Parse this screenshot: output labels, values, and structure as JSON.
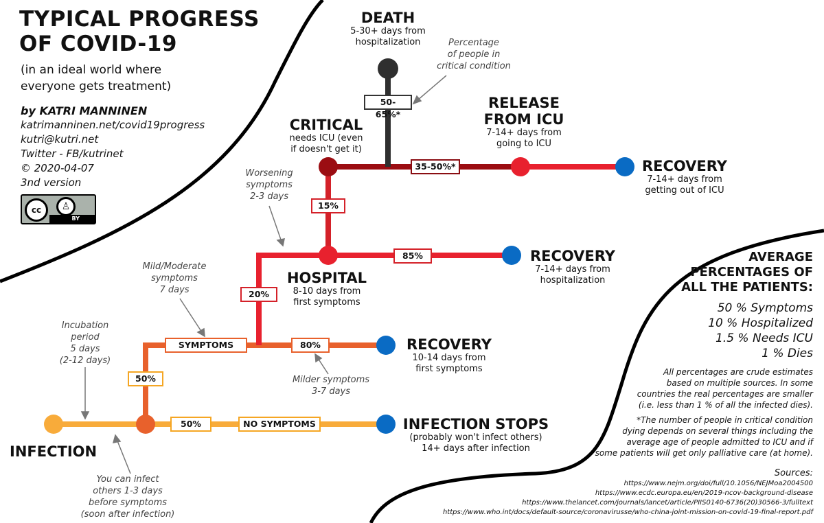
{
  "header": {
    "title_line1": "TYPICAL PROGRESS",
    "title_line2": "OF COVID-19",
    "subtitle_line1": "(in an ideal world where",
    "subtitle_line2": "everyone gets treatment)",
    "byline": "by KATRI MANNINEN",
    "website": "katrimanninen.net/covid19progress",
    "email": "kutri@kutri.net",
    "social": "Twitter - FB/kutrinet",
    "date": "© 2020-04-07",
    "version": "3nd version",
    "license_cc": "cc",
    "license_by": "BY"
  },
  "nodes": {
    "infection": {
      "label": "INFECTION"
    },
    "hospital": {
      "label": "HOSPITAL",
      "sub1": "8-10 days from",
      "sub2": "first symptoms"
    },
    "critical": {
      "label": "CRITICAL",
      "sub1": "needs ICU (even",
      "sub2": "if doesn't get it)"
    },
    "death": {
      "label": "DEATH",
      "sub1": "5-30+ days from",
      "sub2": "hospitalization"
    },
    "release_icu": {
      "label1": "RELEASE",
      "label2": "FROM ICU",
      "sub1": "7-14+ days from",
      "sub2": "going to ICU"
    },
    "recovery_icu": {
      "label": "RECOVERY",
      "sub1": "7-14+ days from",
      "sub2": "getting out of ICU"
    },
    "recovery_hospital": {
      "label": "RECOVERY",
      "sub1": "7-14+ days from",
      "sub2": "hospitalization"
    },
    "recovery_symptoms": {
      "label": "RECOVERY",
      "sub1": "10-14 days from",
      "sub2": "first symptoms"
    },
    "infection_stops": {
      "label": "INFECTION STOPS",
      "sub1": "(probably won't infect others)",
      "sub2": "14+ days after infection"
    }
  },
  "boxes": {
    "death_pct": "50-65%*",
    "release_pct": "35-50%*",
    "critical_pct": "15%",
    "hospital_recovery_pct": "85%",
    "hospital_pct": "20%",
    "symptoms": "SYMPTOMS",
    "milder_pct": "80%",
    "symptoms_pct": "50%",
    "no_symptoms_pct": "50%",
    "no_symptoms": "NO SYMPTOMS"
  },
  "notes": {
    "percentage_note": [
      "Percentage",
      "of people in",
      "critical condition"
    ],
    "worsening": [
      "Worsening",
      "symptoms",
      "2-3 days"
    ],
    "mild": [
      "Mild/Moderate",
      "symptoms",
      "7 days"
    ],
    "incubation": [
      "Incubation",
      "period",
      "5 days",
      "(2-12 days)"
    ],
    "milder": [
      "Milder symptoms",
      "3-7 days"
    ],
    "infect_others": [
      "You can infect",
      "others 1-3 days",
      "before symptoms",
      "(soon after infection)"
    ]
  },
  "averages": {
    "heading": [
      "AVERAGE",
      "PERCENTAGES OF",
      "ALL THE PATIENTS:"
    ],
    "stats": [
      "50 % Symptoms",
      "10 % Hospitalized",
      "1.5 % Needs ICU",
      "1 % Dies"
    ],
    "estimate_note": [
      "All percentages are crude estimates",
      "based on multiple sources. In some",
      "countries the real percentages are smaller",
      "(i.e. less than 1 % of all the infected dies)."
    ],
    "critical_note": [
      "*The number of people in critical condition",
      "dying depends on several things including the",
      "average age of people admitted to ICU and if",
      "some patients will get only palliative care (at home)."
    ]
  },
  "sources": {
    "heading": "Sources:",
    "items": [
      "https://www.nejm.org/doi/full/10.1056/NEJMoa2004500",
      "https://www.ecdc.europa.eu/en/2019-ncov-background-disease",
      "https://www.thelancet.com/journals/lancet/article/PIIS0140-6736(20)30566-3/fulltext",
      "https://www.who.int/docs/default-source/coronavirusse/who-china-joint-mission-on-covid-19-final-report.pdf"
    ]
  },
  "colors": {
    "infection_yellow": "#f8ab3a",
    "symptoms_orange": "#e8612c",
    "hospital_red": "#e8212e",
    "critical_darkred": "#9b0d12",
    "death_gray": "#2f2f2f",
    "recovery_blue": "#0a6bc4"
  }
}
